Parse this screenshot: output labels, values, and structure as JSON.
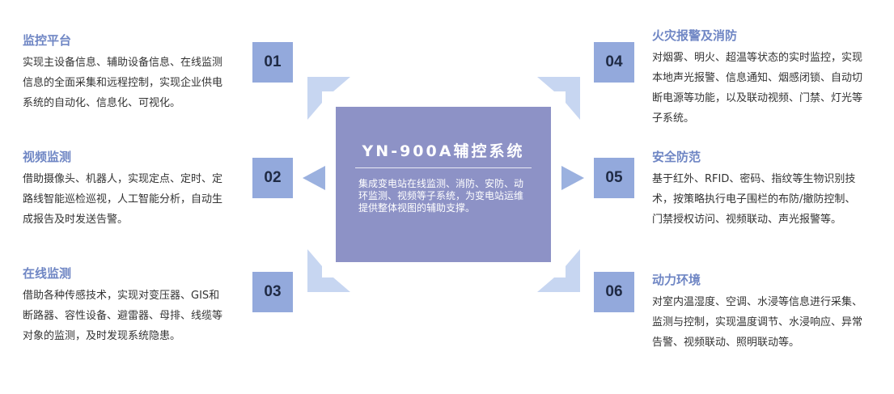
{
  "center": {
    "title": "YN-900A辅控系统",
    "description": "集成变电站在线监测、消防、安防、动环监测、视频等子系统，为变电站运维提供整体视图的辅助支撑。"
  },
  "items": [
    {
      "number": "01",
      "title": "监控平台",
      "text": "实现主设备信息、辅助设备信息、在线监测信息的全面采集和远程控制，实现企业供电系统的自动化、信息化、可视化。"
    },
    {
      "number": "02",
      "title": "视频监测",
      "text": "借助摄像头、机器人，实现定点、定时、定路线智能巡检巡视，人工智能分析，自动生成报告及时发送告警。"
    },
    {
      "number": "03",
      "title": "在线监测",
      "text": "借助各种传感技术，实现对变压器、GIS和断路器、容性设备、避雷器、母排、线缆等对象的监测，及时发现系统隐患。"
    },
    {
      "number": "04",
      "title": "火灾报警及消防",
      "text": "对烟雾、明火、超温等状态的实时监控，实现本地声光报警、信息通知、烟感闭锁、自动切断电源等功能，以及联动视频、门禁、灯光等子系统。"
    },
    {
      "number": "05",
      "title": "安全防范",
      "text": "基于红外、RFID、密码、指纹等生物识别技术，按策略执行电子围栏的布防/撤防控制、门禁授权访问、视频联动、声光报警等。"
    },
    {
      "number": "06",
      "title": "动力环境",
      "text": "对室内温湿度、空调、水浸等信息进行采集、监测与控制，实现温度调节、水浸响应、异常告警、视频联动、照明联动等。"
    }
  ],
  "colors": {
    "title": "#6f86c4",
    "number_box": "#93a9dc",
    "center_box": "#8d92c6",
    "arrow": "#9bb1df",
    "bracket": "#c7d6f1"
  }
}
